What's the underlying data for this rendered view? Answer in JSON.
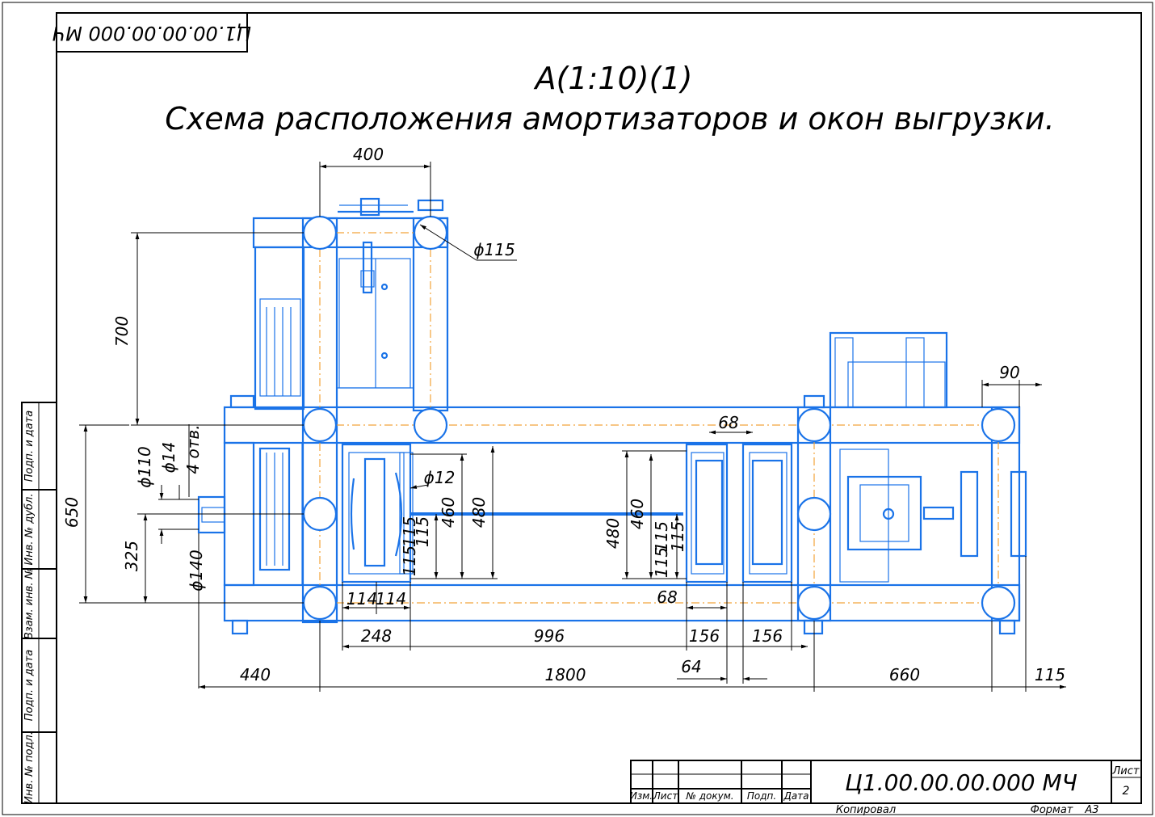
{
  "drawing": {
    "stamp_code_rotated": "Ц1.00.00.00.000 МЧ",
    "view_label": "А(1:10)(1)",
    "title": "Схема расположения амортизаторов и окон выгрузки."
  },
  "dimensions": {
    "d400": "400",
    "d115_dia": "ϕ115",
    "d700": "700",
    "d90": "90",
    "d68_top": "68",
    "d650": "650",
    "d110_dia": "ϕ110",
    "d14_dia": "ϕ14",
    "holes": "4 отв.",
    "d12_dia": "ϕ12",
    "d460_left": "460",
    "d480_left": "480",
    "d115_a": "115",
    "d115_b": "115",
    "d115_c": "115",
    "d480_right": "480",
    "d460_right": "460",
    "d115_d": "115",
    "d115_e": "115",
    "d115_f": "115",
    "d325": "325",
    "d140_dia": "ϕ140",
    "d114_a": "114",
    "d114_b": "114",
    "d68_bottom": "68",
    "d248": "248",
    "d996": "996",
    "d156_a": "156",
    "d156_b": "156",
    "d64": "64",
    "d440": "440",
    "d1800": "1800",
    "d660": "660",
    "d115_end": "115"
  },
  "side_stamp": {
    "cells": [
      "Подп. и дата",
      "Инв. № дубл.",
      "Взам. инв. №",
      "Подп. и дата",
      "Инв. № подл."
    ]
  },
  "title_block": {
    "code": "Ц1.00.00.00.000 МЧ",
    "col_izm": "Изм.",
    "col_list": "Лист",
    "col_doc": "№ докум.",
    "col_podp": "Подп.",
    "col_date": "Дата",
    "sheet_label": "Лист",
    "sheet_number": "2",
    "copied": "Копировал",
    "format_label": "Формат",
    "format_value": "А3"
  },
  "colors": {
    "structure": "#1a73e8",
    "axis": "#f2a33a",
    "lines": "#000000"
  }
}
